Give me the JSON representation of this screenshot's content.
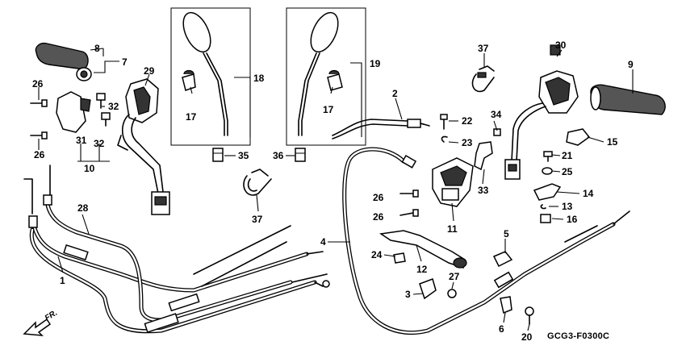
{
  "diagram_code": "GCG3-F0300C",
  "direction_label": "FR.",
  "callouts": {
    "c1": "1",
    "c2": "2",
    "c3": "3",
    "c4": "4",
    "c5": "5",
    "c6": "6",
    "c7": "7",
    "c8": "8",
    "c9": "9",
    "c10": "10",
    "c11": "11",
    "c12": "12",
    "c13": "13",
    "c14": "14",
    "c15": "15",
    "c16": "16",
    "c17a": "17",
    "c17b": "17",
    "c18": "18",
    "c19": "19",
    "c20": "20",
    "c21": "21",
    "c22": "22",
    "c23": "23",
    "c24": "24",
    "c25": "25",
    "c26a": "26",
    "c26b": "26",
    "c26c": "26",
    "c26d": "26",
    "c27": "27",
    "c28": "28",
    "c29": "29",
    "c30": "30",
    "c31": "31",
    "c32a": "32",
    "c32b": "32",
    "c33": "33",
    "c34": "34",
    "c35": "35",
    "c36": "36",
    "c37a": "37",
    "c37b": "37"
  }
}
